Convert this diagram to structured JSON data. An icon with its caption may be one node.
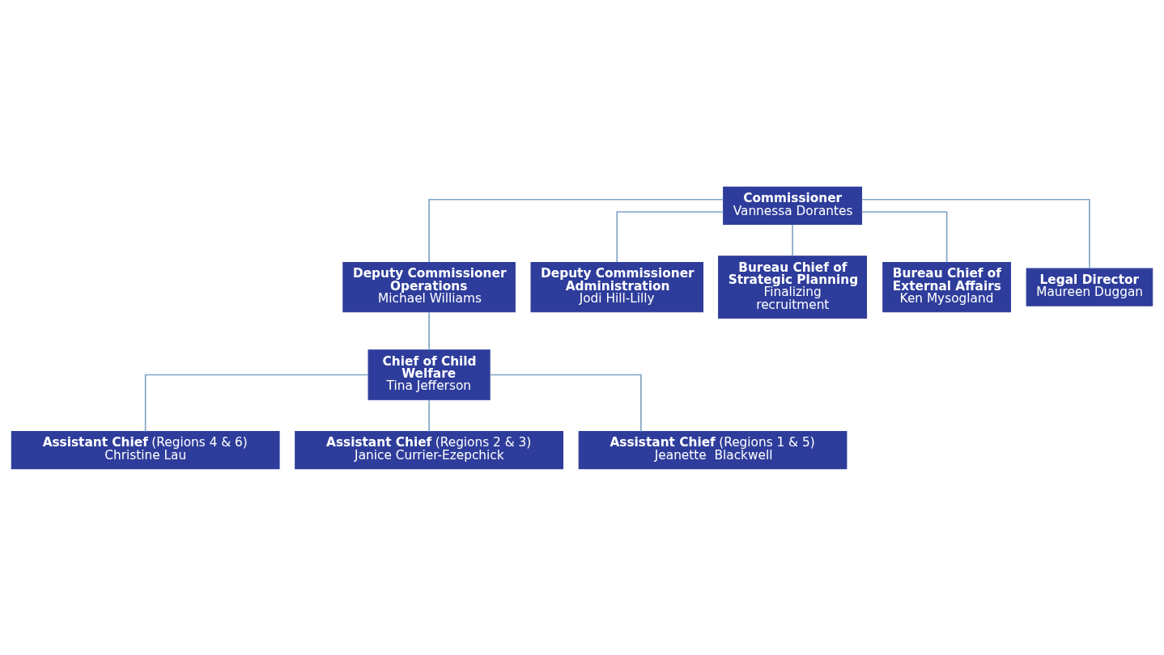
{
  "diagram": {
    "nodes": [
      {
        "text": [
          "Commissioner",
          "Vannessa Dorantes"
        ]
      },
      {
        "text": [
          "Deputy Commissioner Operations",
          "Michael Williams"
        ]
      },
      {
        "text": [
          "Deputy Commissioner Administration",
          "Jodi Hill-Lilly"
        ]
      },
      {
        "text": [
          "Bureau Chief of Strategic Planning",
          "Finalizing recruitment"
        ]
      },
      {
        "text": [
          "Bureau Chief of External Affairs",
          "Ken Mysogland"
        ]
      },
      {
        "text": [
          "Legal Director",
          "Maureen Duggan"
        ]
      },
      {
        "text": [
          "Chief of Child Welfare",
          "Tina Jefferson"
        ]
      },
      {
        "text": [
          "**Assistant Chief** (Regions 4 & 6)",
          "Christine Lau"
        ]
      },
      {
        "text": [
          "**Assistant Chief** (Regions 2 & 3)",
          "Janice Currier-Ezepchick"
        ]
      },
      {
        "text": [
          "**Assistant Chief** (Regions 1 & 5)",
          "Jeanette  Blackwell"
        ]
      }
    ],
    "edges": [
      {
        "from": 0,
        "to": 1,
        "arrow": "none"
      },
      {
        "from": 0,
        "to": 2,
        "arrow": "none"
      },
      {
        "from": 0,
        "to": 3,
        "arrow": "none"
      },
      {
        "from": 0,
        "to": 4,
        "arrow": "none"
      },
      {
        "from": 0,
        "to": 5,
        "arrow": "none"
      },
      {
        "from": 1,
        "to": 6,
        "arrow": "none"
      },
      {
        "from": 6,
        "to": 7,
        "arrow": "none"
      },
      {
        "from": 6,
        "to": 8,
        "arrow": "none"
      },
      {
        "from": 6,
        "to": 9,
        "arrow": "none"
      }
    ]
  }
}
